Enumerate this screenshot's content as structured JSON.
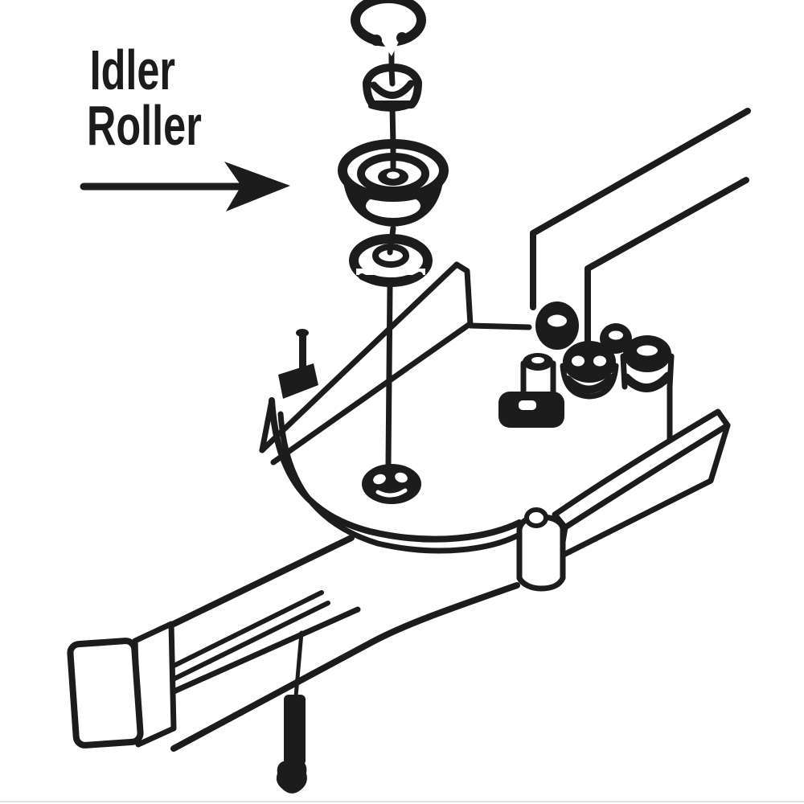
{
  "diagram": {
    "type": "exploded-parts-line-drawing",
    "background": "#ffffff",
    "ink": "#1c1c1c",
    "callout": {
      "label_line1": "Idler",
      "label_line2": "Roller",
      "arrow_direction": "right",
      "points_to": "idler-roller"
    },
    "parts": [
      "retaining-ring",
      "hex-nut",
      "idler-roller",
      "flat-washer",
      "shaft-center-line",
      "guide-pin",
      "mounting-plate-flange-wall",
      "mounting-plate",
      "plate-grommet",
      "frame-wire-rods",
      "grommet",
      "small-grommet",
      "roller",
      "roller",
      "spacer-standoff",
      "support-rail",
      "hinge-knuckle",
      "pivot-arm-slotted-tube",
      "tube-end-cap",
      "carriage-bolt"
    ]
  }
}
